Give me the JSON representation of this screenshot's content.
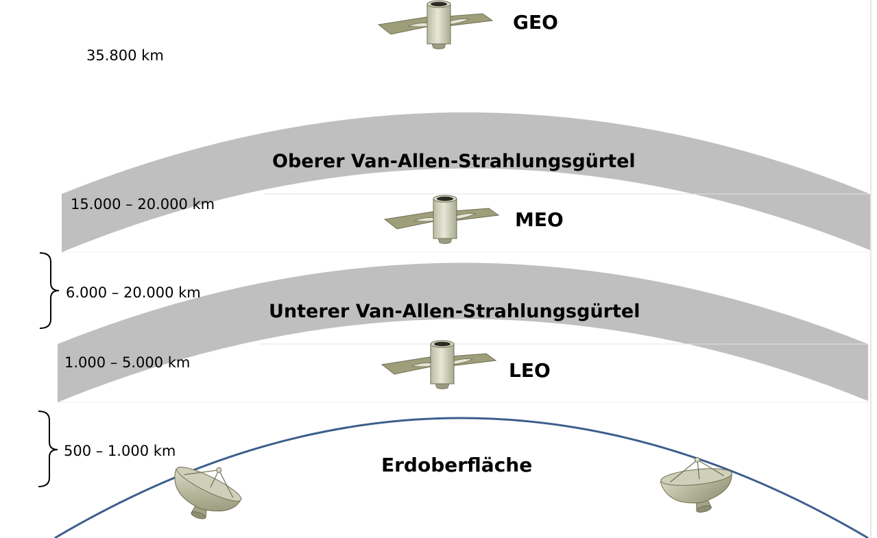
{
  "orbits": {
    "geo": {
      "label": "GEO",
      "altitude": "35.800 km"
    },
    "meo": {
      "label": "MEO",
      "altitude": "15.000 – 20.000 km"
    },
    "leo": {
      "label": "LEO",
      "altitude": "1.000 – 5.000 km"
    }
  },
  "belts": {
    "upper": {
      "label": "Oberer Van-Allen-Strahlungsgürtel"
    },
    "lower": {
      "label": "Unterer Van-Allen-Strahlungsgürtel",
      "altitude": "6.000 – 20.000 km"
    }
  },
  "surface": {
    "label": "Erdoberfläche",
    "altitude": "500 – 1.000 km"
  },
  "colors": {
    "belt_fill": "#bfbfbf",
    "earth_line": "#3b5e8c",
    "satellite_body": "#d6d7c4",
    "satellite_panel": "#9e9f7a",
    "dish": "#b5b59a"
  }
}
